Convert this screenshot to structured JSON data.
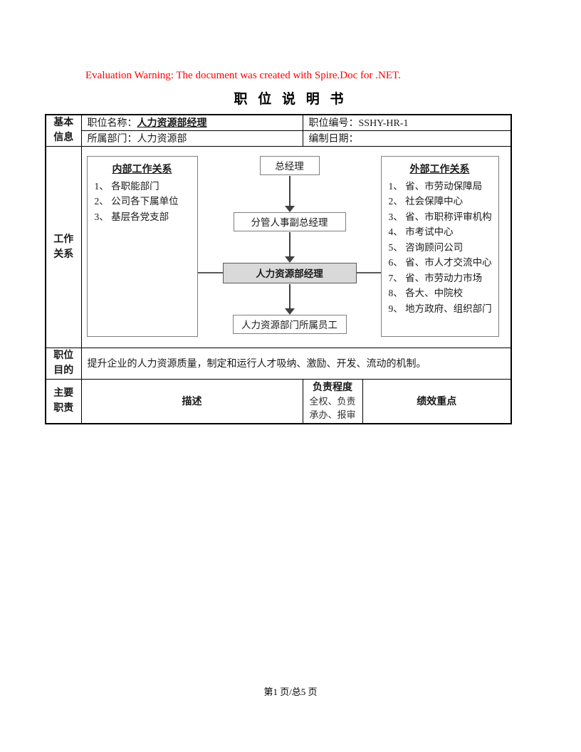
{
  "page": {
    "warning": "Evaluation Warning: The document was created with Spire.Doc for .NET.",
    "title": "职 位 说 明 书",
    "footer": "第1 页/总5 页"
  },
  "colors": {
    "warning_red": "#ff0000",
    "highlight_gray": "#d9d9d9",
    "border_black": "#000000"
  },
  "basic_info": {
    "header_line1": "基本",
    "header_line2": "信息",
    "job_title_label": "职位名称：",
    "job_title_value": "人力资源部经理",
    "job_code_label": "职位编号：",
    "job_code_value": "SSHY-HR-1",
    "department_label": "所属部门：",
    "department_value": "人力资源部",
    "date_label": "编制日期：",
    "date_value": ""
  },
  "work_relations": {
    "header_line1": "工作",
    "header_line2": "关系",
    "internal": {
      "title": "内部工作关系",
      "items": [
        "1、 各职能部门",
        "2、 公司各下属单位",
        "3、 基层各党支部"
      ]
    },
    "flow": {
      "top": "总经理",
      "middle": "分管人事副总经理",
      "current": "人力资源部经理",
      "bottom": "人力资源部门所属员工"
    },
    "external": {
      "title": "外部工作关系",
      "items": [
        "1、 省、市劳动保障局",
        "2、 社会保障中心",
        "3、 省、市职称评审机构",
        "4、 市考试中心",
        "5、 咨询顾问公司",
        "6、 省、市人才交流中心",
        "7、 省、市劳动力市场",
        "8、 各大、中院校",
        "9、 地方政府、组织部门"
      ]
    }
  },
  "job_purpose": {
    "header_line1": "职位",
    "header_line2": "目的",
    "text": "提升企业的人力资源质量，制定和运行人才吸纳、激励、开发、流动的机制。"
  },
  "main_duties": {
    "header_line1": "主要",
    "header_line2": "职责",
    "desc_header": "描述",
    "degree_header": "负责程度",
    "degree_line1": "全权、负责",
    "degree_line2": "承办、报审",
    "kpi_header": "绩效重点"
  }
}
